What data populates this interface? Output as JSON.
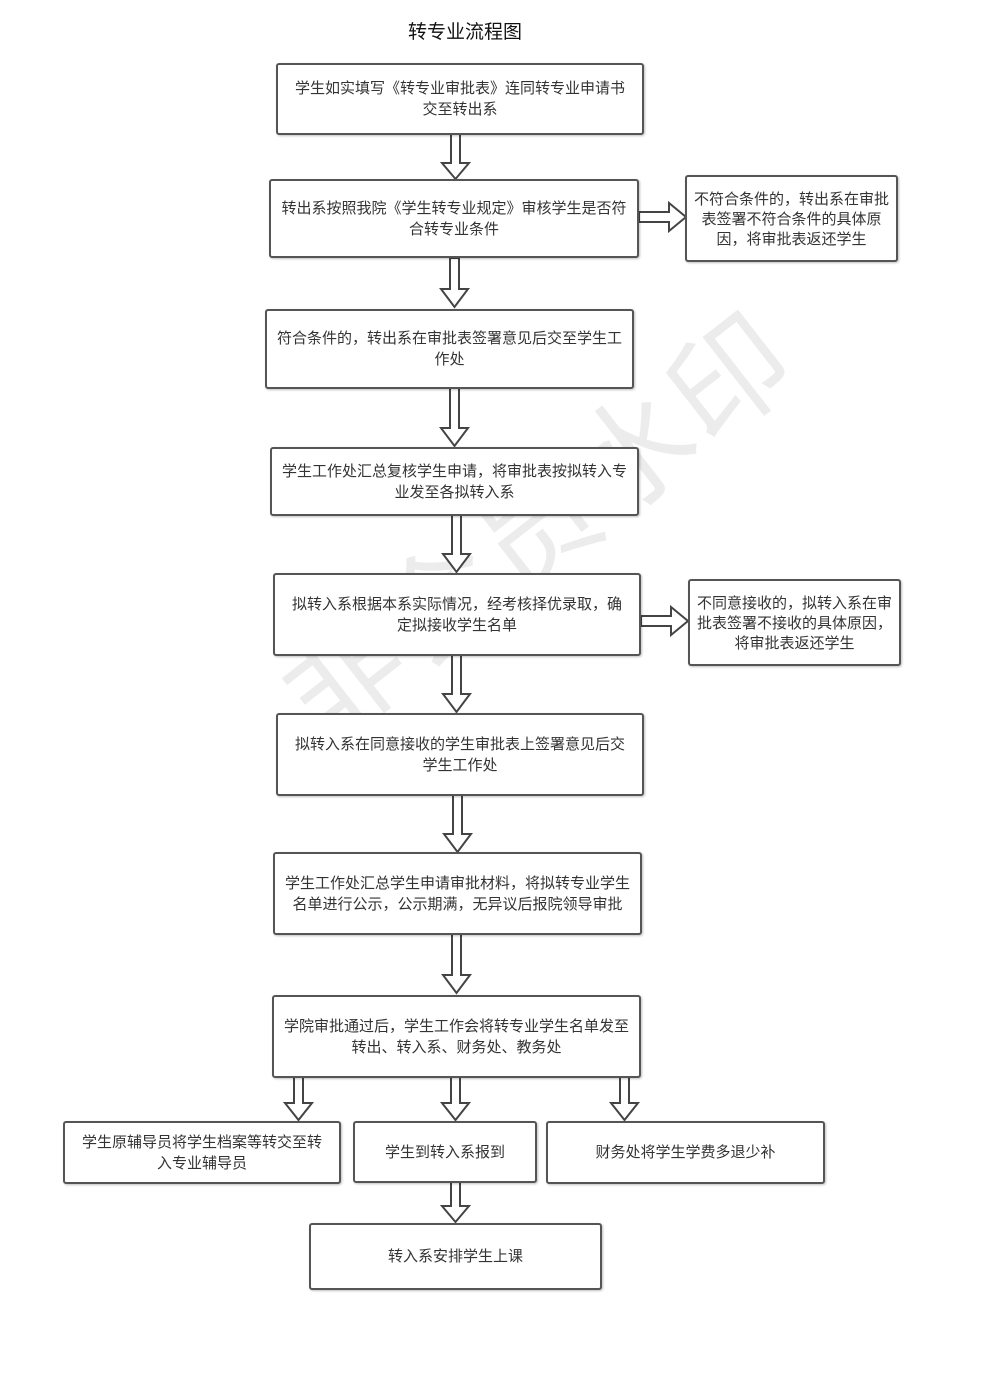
{
  "title": "转专业流程图",
  "watermark": "非会员水印",
  "steps": [
    "学生如实填写《转专业审批表》连同转专业申请书交至转出系",
    "转出系按照我院《学生转专业规定》审核学生是否符合转专业条件",
    "符合条件的，转出系在审批表签署意见后交至学生工作处",
    "学生工作处汇总复核学生申请，将审批表按拟转入专业发至各拟转入系",
    "拟转入系根据本系实际情况，经考核择优录取，确定拟接收学生名单",
    "拟转入系在同意接收的学生审批表上签署意见后交学生工作处",
    "学生工作处汇总学生申请审批材料，将拟转专业学生名单进行公示，公示期满，无异议后报院领导审批",
    "学院审批通过后，学生工作会将转专业学生名单发至转出、转入系、财务处、教务处"
  ],
  "side_notes": [
    "不符合条件的，转出系在审批表签署不符合条件的具体原因，将审批表返还学生",
    "不同意接收的，拟转入系在审批表签署不接收的具体原因，将审批表返还学生"
  ],
  "branches": [
    "学生原辅导员将学生档案等转交至转入专业辅导员",
    "学生到转入系报到",
    "财务处将学生学费多退少补"
  ],
  "final_step": "转入系安排学生上课"
}
